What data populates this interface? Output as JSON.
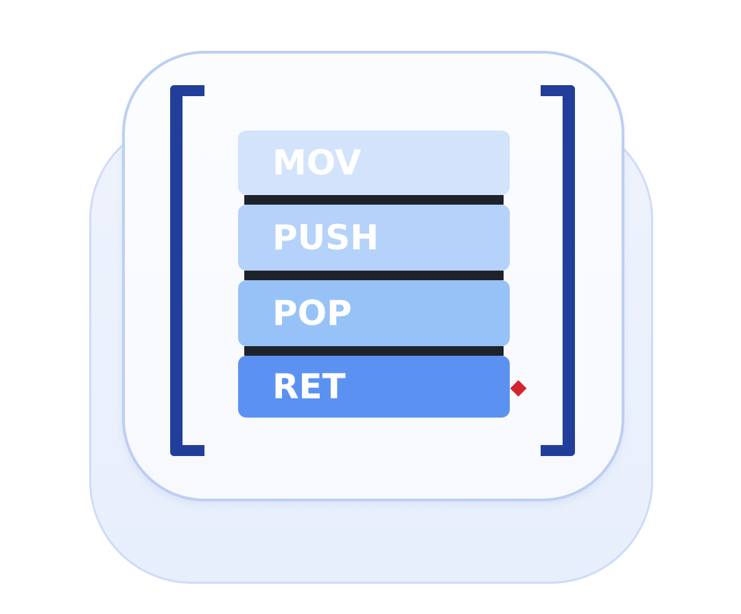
{
  "icon": {
    "name": "assembly-instruction-stack-icon",
    "instructions": [
      {
        "label": "MOV"
      },
      {
        "label": "PUSH"
      },
      {
        "label": "POP"
      },
      {
        "label": "RET"
      }
    ],
    "colors": {
      "bracket": "#213e9a",
      "mov": "#d3e3fb",
      "push": "#b5d2fa",
      "pop": "#97c2f8",
      "ret": "#5b92f2",
      "separator": "#1e232b",
      "pointer": "#d6242f",
      "plate_border": "#bccff2"
    },
    "pointer_target": "RET"
  }
}
